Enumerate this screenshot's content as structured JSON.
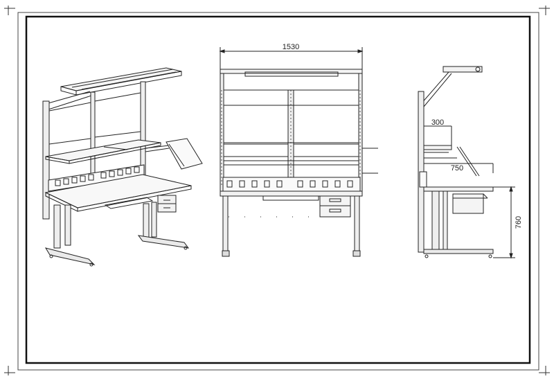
{
  "drawing": {
    "dimensions": {
      "overall_width": "1530",
      "shelf_depth": "300",
      "bench_depth": "750",
      "bench_height": "760"
    }
  }
}
